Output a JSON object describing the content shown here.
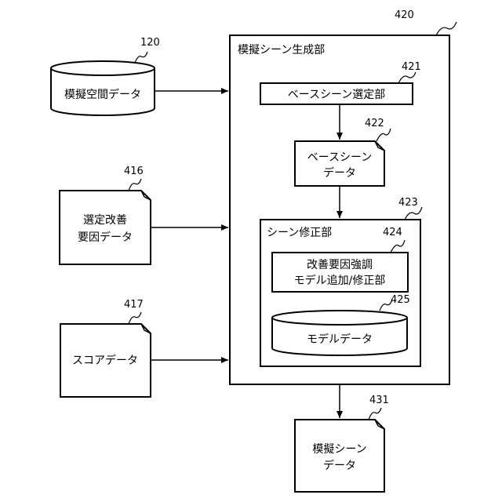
{
  "generator": {
    "ref": "420",
    "label": "模擬シーン生成部"
  },
  "base_select": {
    "ref": "421",
    "label": "ベースシーン選定部"
  },
  "base_data": {
    "ref": "422",
    "line1": "ベースシーン",
    "line2": "データ"
  },
  "scene_mod": {
    "ref": "423",
    "label": "シーン修正部"
  },
  "improve_model": {
    "ref": "424",
    "line1": "改善要因強調",
    "line2": "モデル追加/修正部"
  },
  "model_data": {
    "ref": "425",
    "label": "モデルデータ"
  },
  "sim_space": {
    "ref": "120",
    "label": "模擬空間データ"
  },
  "selected_factor": {
    "ref": "416",
    "line1": "選定改善",
    "line2": "要因データ"
  },
  "score_data": {
    "ref": "417",
    "label": "スコアデータ"
  },
  "output_scene": {
    "ref": "431",
    "line1": "模擬シーン",
    "line2": "データ"
  }
}
